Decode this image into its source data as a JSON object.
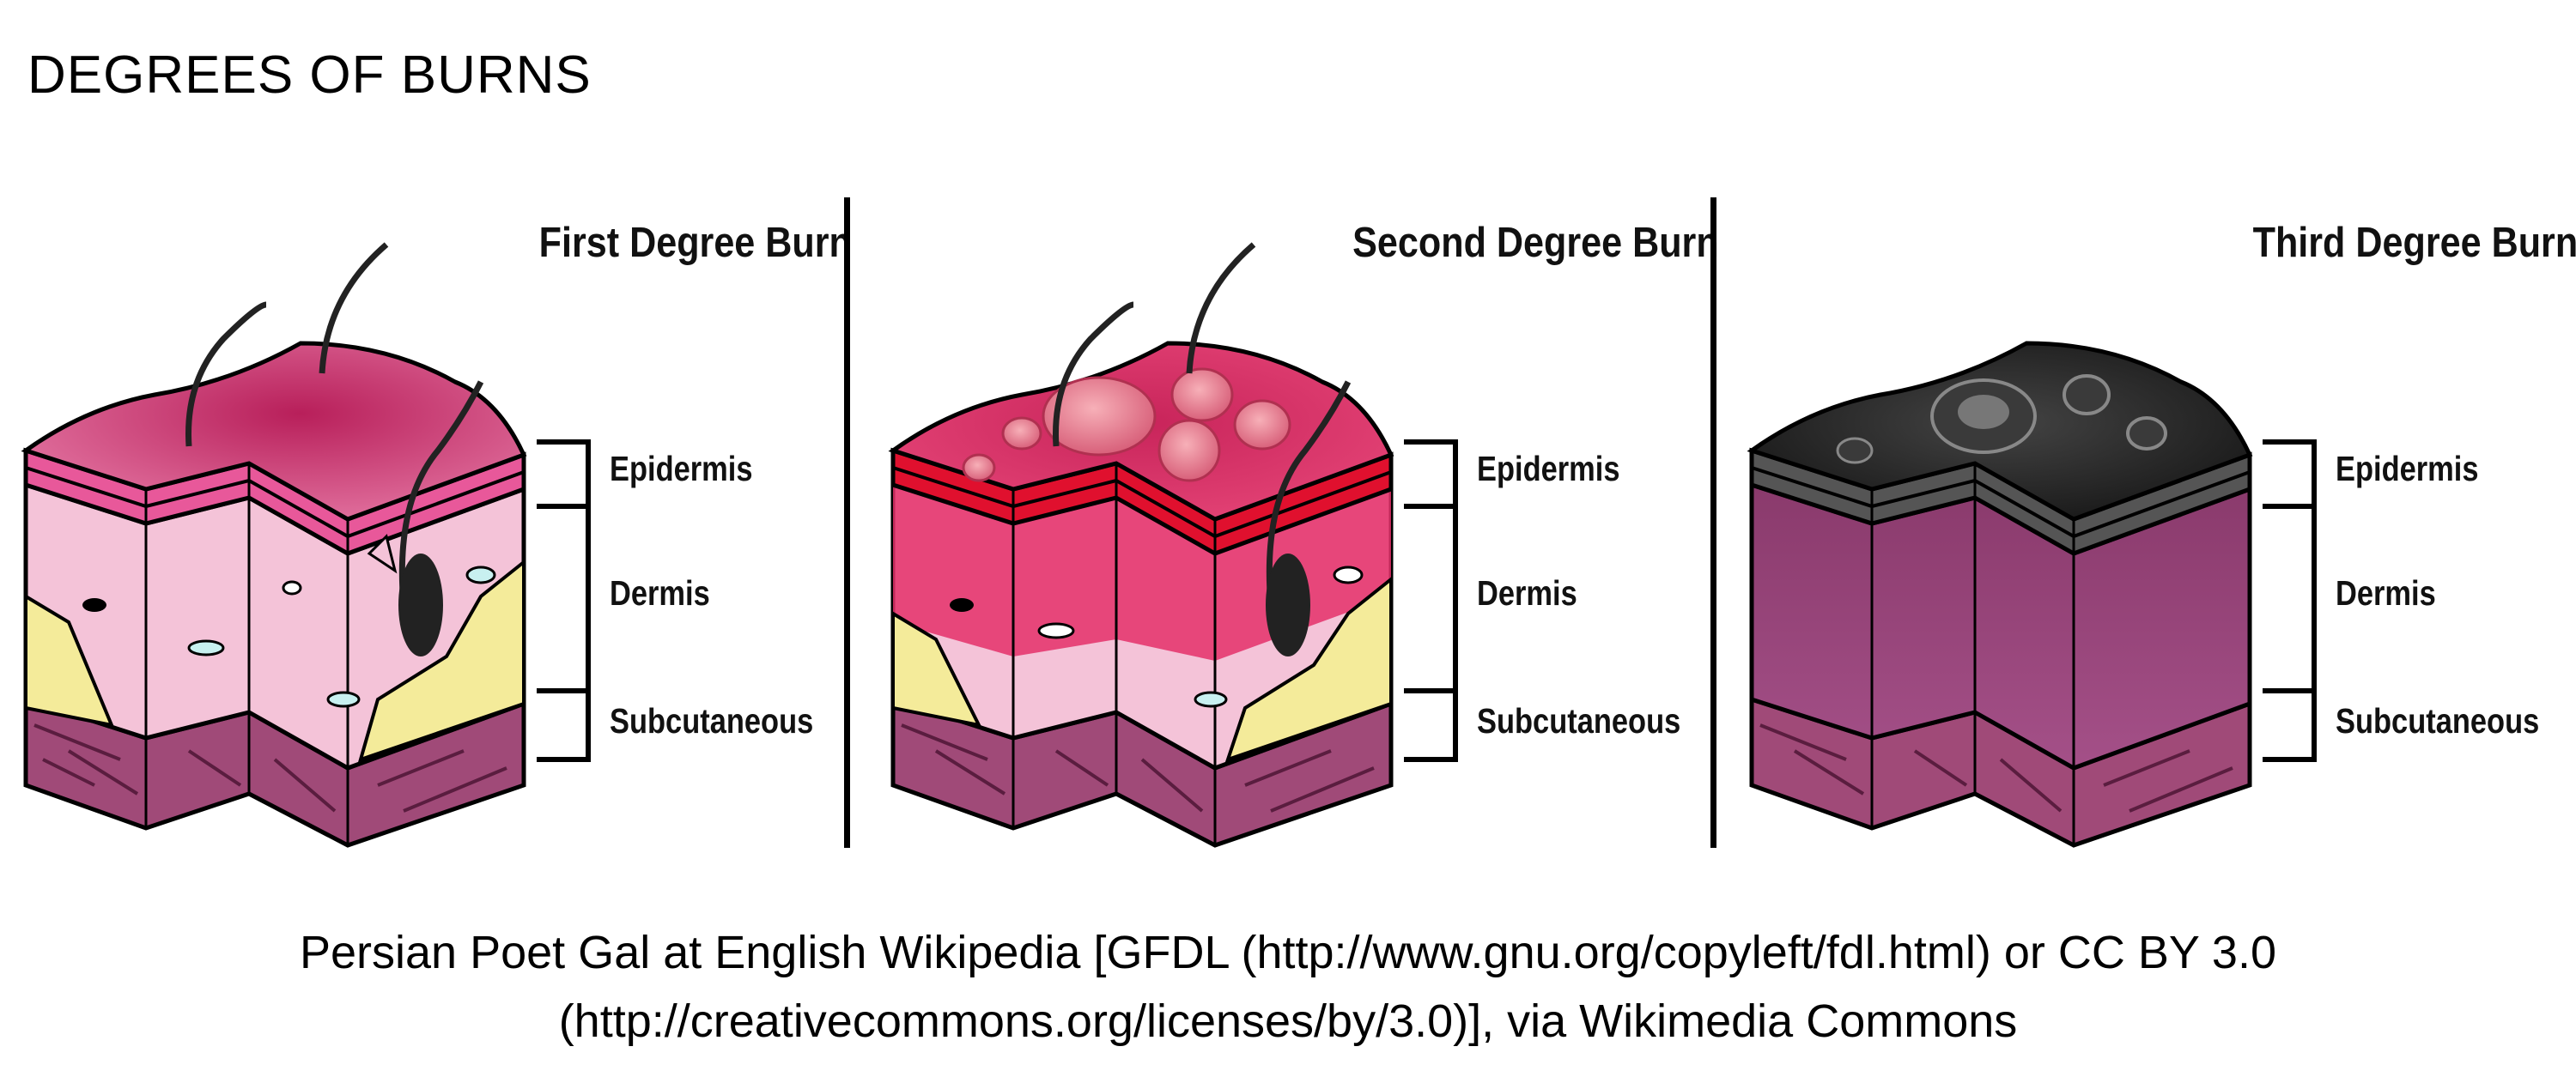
{
  "slide": {
    "title": "DEGREES OF BURNS"
  },
  "panels": [
    {
      "title": "First Degree Burn",
      "labels": {
        "epidermis": "Epidermis",
        "dermis": "Dermis",
        "subcutaneous": "Subcutaneous"
      }
    },
    {
      "title": "Second Degree Burn",
      "labels": {
        "epidermis": "Epidermis",
        "dermis": "Dermis",
        "subcutaneous": "Subcutaneous"
      }
    },
    {
      "title": "Third Degree Burn",
      "labels": {
        "epidermis": "Epidermis",
        "dermis": "Dermis",
        "subcutaneous": "Subcutaneous"
      }
    }
  ],
  "credit": {
    "line1": "Persian Poet Gal at English Wikipedia [GFDL (http://www.gnu.org/copyleft/fdl.html) or CC BY 3.0",
    "line2": "(http://creativecommons.org/licenses/by/3.0)], via Wikimedia Commons"
  },
  "colors": {
    "first_surface": "#c8306a",
    "second_surface": "#d41e4e",
    "third_surface": "#2a2a2a",
    "dermis_pink": "#f4c3d8",
    "subcutaneous_mauve": "#a04a78",
    "fat_yellow": "#f4eb9a",
    "charred_dermis": "#8a3a6c"
  }
}
